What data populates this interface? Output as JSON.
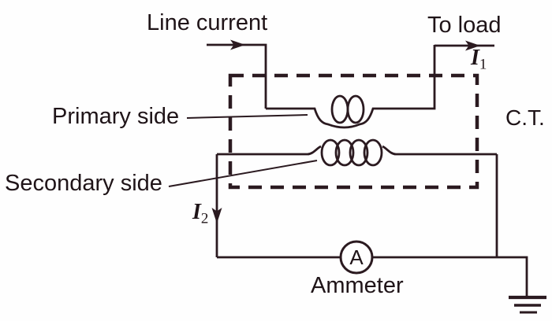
{
  "diagram": {
    "type": "circuit-diagram",
    "subject": "Current transformer (C.T.) with ammeter on secondary side"
  },
  "labels": {
    "line_current": "Line current",
    "to_load": "To load",
    "primary_side": "Primary side",
    "secondary_side": "Secondary side",
    "ct": "C.T.",
    "ammeter": "Ammeter",
    "ammeter_symbol": "A",
    "i1": {
      "base": "I",
      "sub": "1"
    },
    "i2": {
      "base": "I",
      "sub": "2"
    }
  },
  "icons": {
    "ground_icon": "earth-ground",
    "ammeter_icon": "circled-A meter",
    "primary_winding_icon": "2-loop coil",
    "secondary_winding_icon": "4-loop coil",
    "ct_boundary_icon": "dashed rectangle"
  },
  "colors": {
    "line": "#2b1a20",
    "text": "#1f1418",
    "background": "#fefefe"
  }
}
